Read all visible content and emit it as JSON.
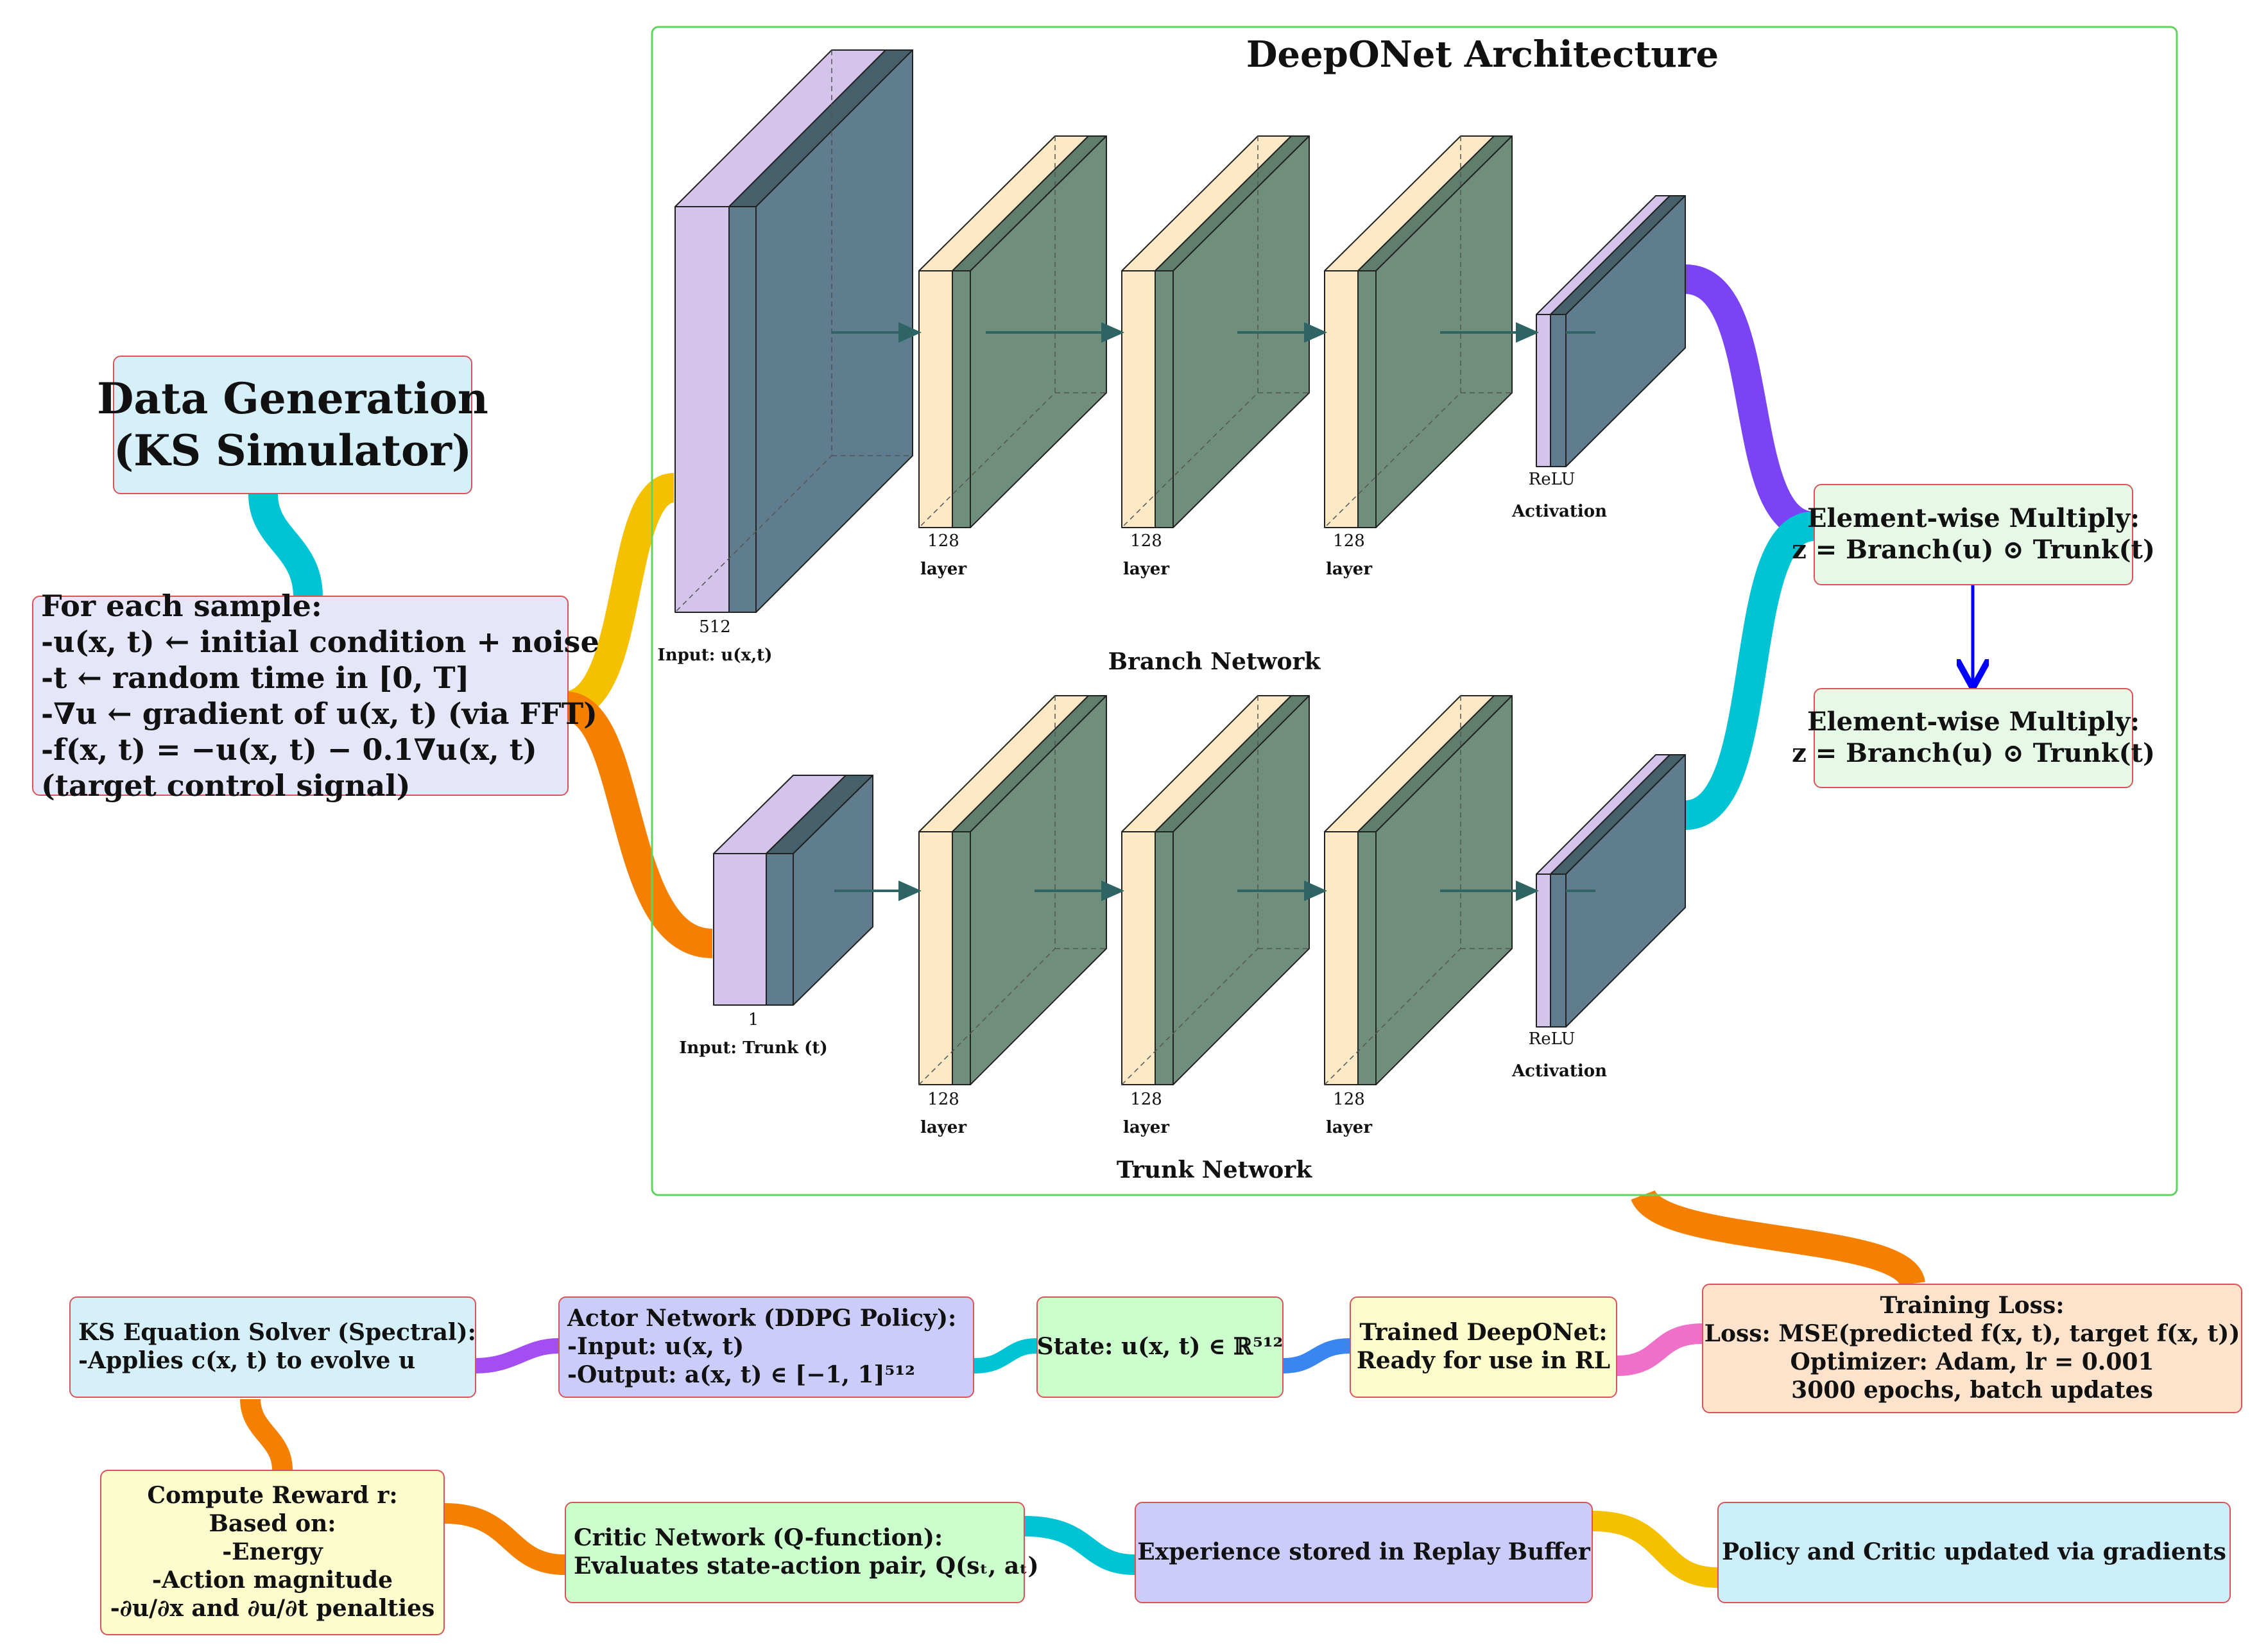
{
  "colors": {
    "purple_face": "#d4c3ea",
    "slate_face": "#5f7d8e",
    "yellow_face": "#fde9c5",
    "green_face": "#708e7c",
    "box_border": "#d9535a",
    "frame_border": "#5fd35f",
    "arrow": "#2f6464",
    "link_teal": "#00c4d4",
    "link_gold": "#f4c000",
    "link_orange": "#f58000",
    "link_purple": "#7a44f5",
    "link_blue": "#3a86f0",
    "link_pink": "#ee70c8",
    "link_violet": "#a34df3",
    "down_arrow": "#0000ff"
  },
  "data_generation": {
    "title_lines": [
      "Data Generation",
      "(KS Simulator)"
    ],
    "sample_lines": [
      "For each sample:",
      "-u(x, t) ← initial condition + noise",
      "-t ← random time in [0, T]",
      "-∇u ← gradient of u(x, t) (via FFT)",
      "-f(x, t) = −u(x, t) − 0.1∇u(x, t)",
      "(target control signal)"
    ]
  },
  "architecture": {
    "title": "DeepONet Architecture",
    "branch": {
      "input_size": "512",
      "input_label": "Input: u(x,t)",
      "layer_sizes": [
        "128",
        "128",
        "128"
      ],
      "layer_caption": "layer",
      "activation_name": "ReLU",
      "activation_caption": "Activation",
      "network_label": "Branch Network"
    },
    "trunk": {
      "input_size": "1",
      "input_label": "Input: Trunk (t)",
      "layer_sizes": [
        "128",
        "128",
        "128"
      ],
      "layer_caption": "layer",
      "activation_name": "ReLU",
      "activation_caption": "Activation",
      "network_label": "Trunk Network"
    },
    "multiply_1": [
      "Element-wise Multiply:",
      "z = Branch(u) ⊙ Trunk(t)"
    ],
    "multiply_2": [
      "Element-wise Multiply:",
      "z = Branch(u) ⊙ Trunk(t)"
    ]
  },
  "rl_pipeline": {
    "ks_solver": [
      "KS Equation Solver (Spectral):",
      "-Applies c(x, t) to evolve u"
    ],
    "actor": [
      "Actor Network (DDPG Policy):",
      "-Input: u(x, t)",
      "-Output: a(x, t) ∈ [−1, 1]⁵¹²"
    ],
    "state": [
      "State: u(x, t) ∈ ℝ⁵¹²"
    ],
    "trained": [
      "Trained DeepONet:",
      "Ready for use in RL"
    ],
    "training_loss": [
      "Training Loss:",
      "Loss: MSE(predicted f(x, t), target f(x, t))",
      "Optimizer: Adam, lr = 0.001",
      "3000 epochs, batch updates"
    ],
    "reward": [
      "Compute Reward r:",
      "Based on:",
      "-Energy",
      "-Action magnitude",
      "-∂u/∂x and ∂u/∂t penalties"
    ],
    "critic": [
      "Critic Network (Q-function):",
      "Evaluates state-action pair, Q(sₜ, aₜ)"
    ],
    "replay": [
      "Experience stored in Replay Buffer"
    ],
    "update": [
      "Policy and Critic updated via gradients"
    ]
  }
}
